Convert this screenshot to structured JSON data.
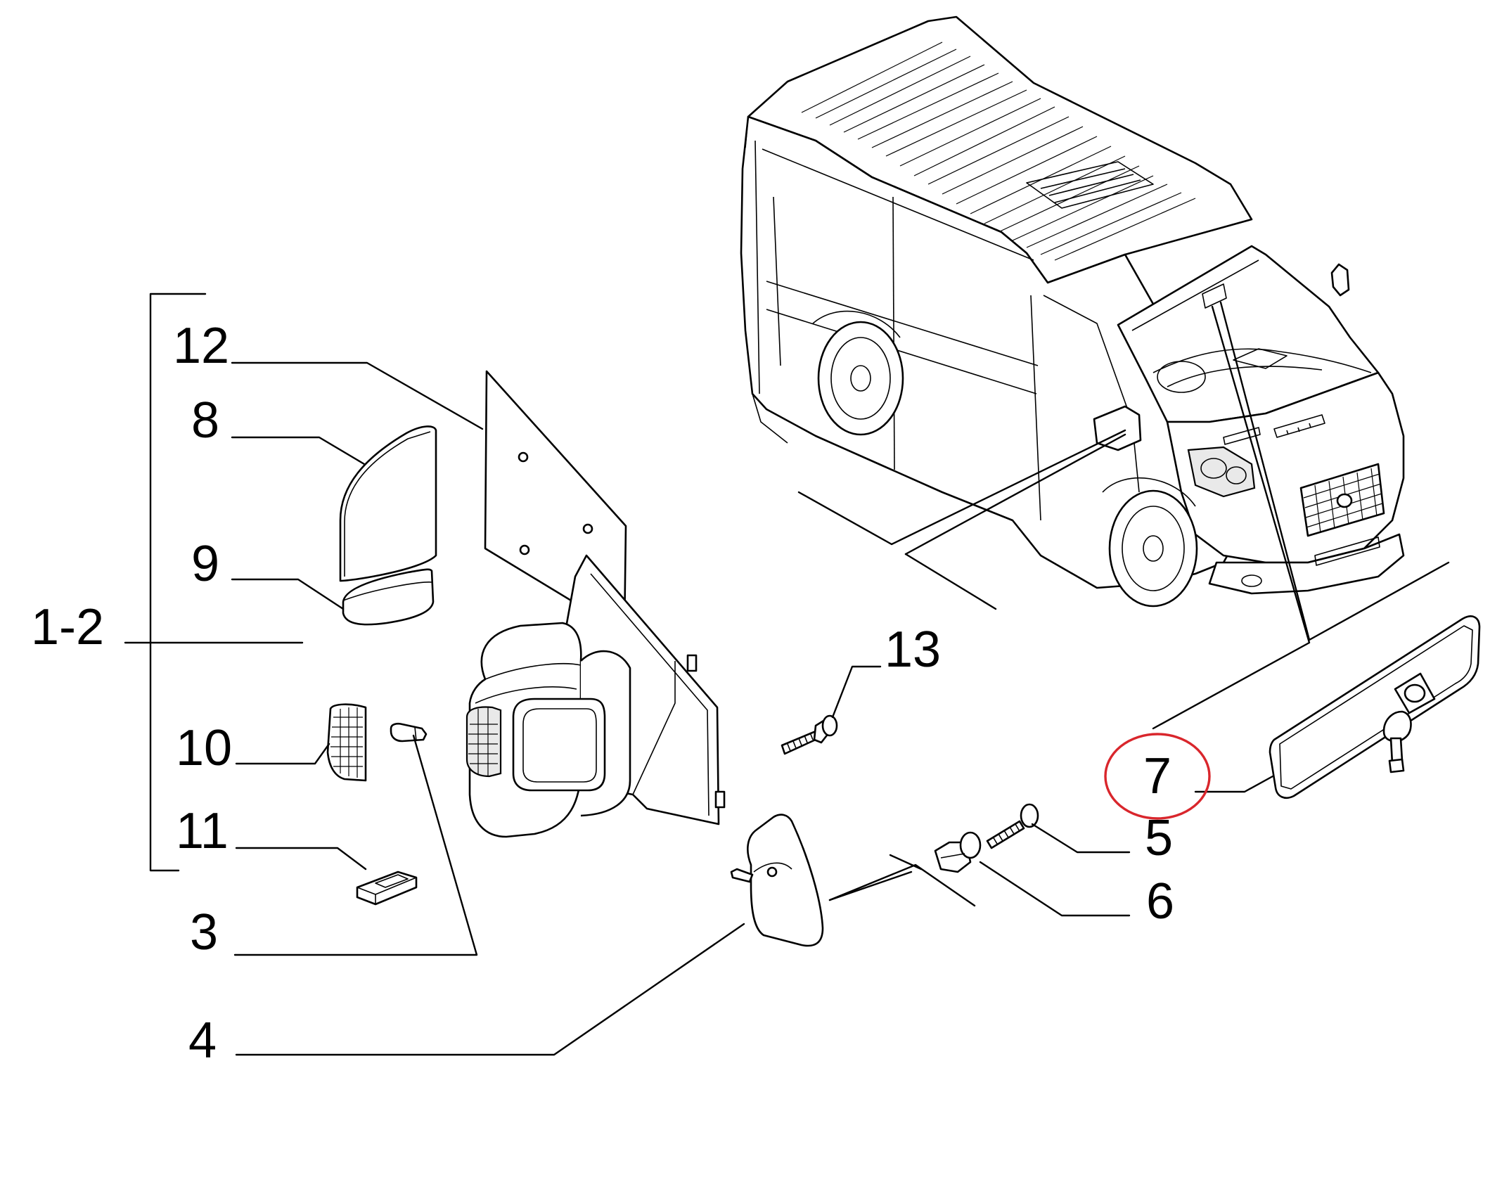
{
  "diagram": {
    "callouts": [
      {
        "id": "12",
        "label": "12"
      },
      {
        "id": "8",
        "label": "8"
      },
      {
        "id": "9",
        "label": "9"
      },
      {
        "id": "1-2",
        "label": "1-2"
      },
      {
        "id": "10",
        "label": "10"
      },
      {
        "id": "11",
        "label": "11"
      },
      {
        "id": "3",
        "label": "3"
      },
      {
        "id": "4",
        "label": "4"
      },
      {
        "id": "13",
        "label": "13"
      },
      {
        "id": "7",
        "label": "7"
      },
      {
        "id": "5",
        "label": "5"
      },
      {
        "id": "6",
        "label": "6"
      }
    ],
    "highlighted_callout": "7",
    "highlight_color": "#d9262c",
    "line_color": "#000000"
  }
}
